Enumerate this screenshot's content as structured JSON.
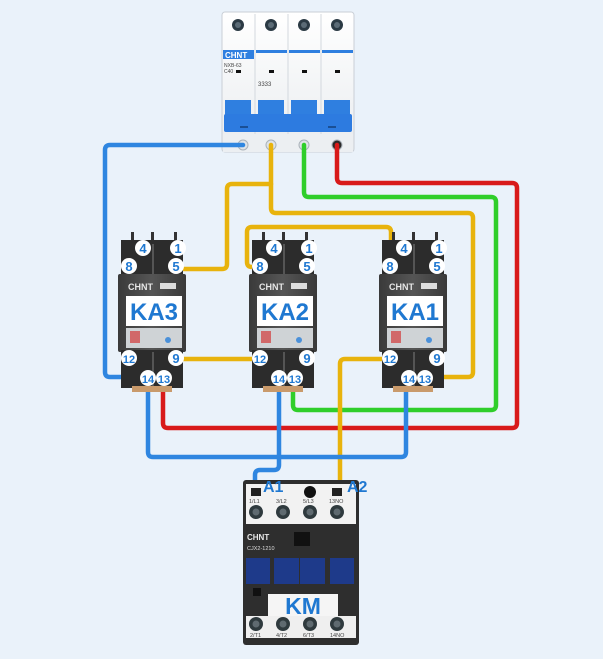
{
  "colors": {
    "background": "#eaf2fa",
    "wire_blue": "#2f86e0",
    "wire_yellow": "#e8b30c",
    "wire_green": "#2fce2a",
    "wire_red": "#d81a1a",
    "label_blue": "#1f78d1"
  },
  "breaker": {
    "brand": "CHNT",
    "model": "NXB-63",
    "rating": "C40",
    "poles": 4,
    "code": "3333"
  },
  "relays": [
    {
      "label": "KA3",
      "brand": "CHNT",
      "terminals": {
        "t4": "4",
        "t1": "1",
        "t8": "8",
        "t5": "5",
        "t12": "12",
        "t9": "9",
        "t14": "14",
        "t13": "13"
      }
    },
    {
      "label": "KA2",
      "brand": "CHNT",
      "terminals": {
        "t4": "4",
        "t1": "1",
        "t8": "8",
        "t5": "5",
        "t12": "12",
        "t9": "9",
        "t14": "14",
        "t13": "13"
      }
    },
    {
      "label": "KA1",
      "brand": "CHNT",
      "terminals": {
        "t4": "4",
        "t1": "1",
        "t8": "8",
        "t5": "5",
        "t12": "12",
        "t9": "9",
        "t14": "14",
        "t13": "13"
      }
    }
  ],
  "contactor": {
    "label": "KM",
    "brand": "CHNT",
    "model": "CJX2-1210",
    "coil_a1": "A1",
    "coil_a2": "A2",
    "top_terminals": [
      "1/L1",
      "3/L2",
      "5/L3",
      "13NO"
    ],
    "bottom_terminals": [
      "2/T1",
      "4/T2",
      "6/T3",
      "14NO"
    ]
  }
}
